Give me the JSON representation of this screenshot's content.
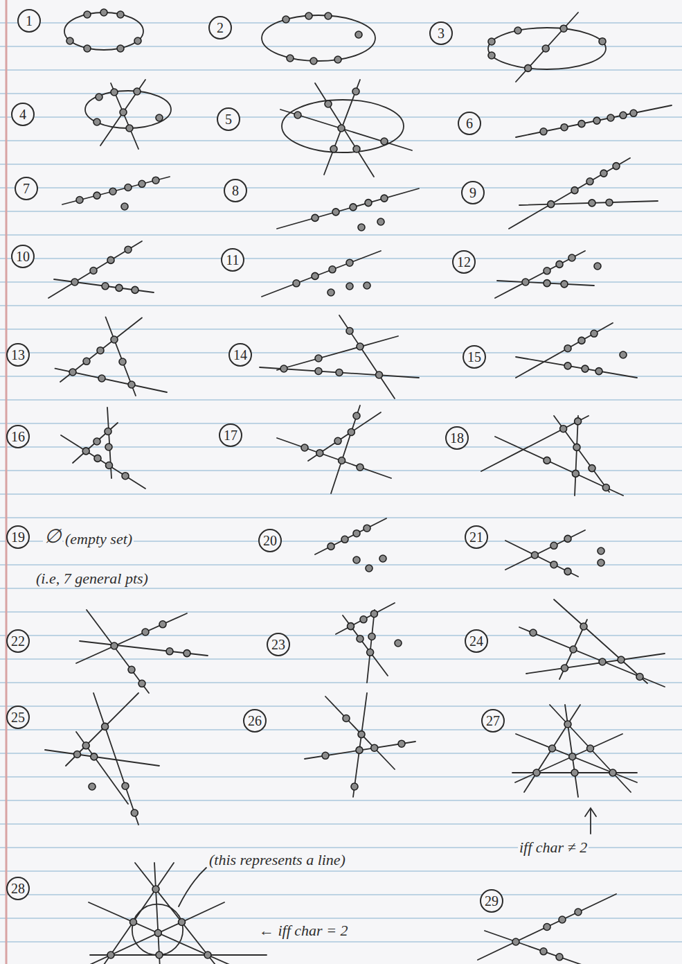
{
  "diagram": {
    "nodes": [
      {
        "text": [
          "1"
        ]
      },
      {
        "text": [
          "2"
        ]
      },
      {
        "text": [
          "3"
        ]
      },
      {
        "text": [
          "4"
        ]
      },
      {
        "text": [
          "5"
        ]
      },
      {
        "text": [
          "6"
        ]
      },
      {
        "text": [
          "7"
        ]
      },
      {
        "text": [
          "8"
        ]
      },
      {
        "text": [
          "9"
        ]
      },
      {
        "text": [
          "10"
        ]
      },
      {
        "text": [
          "11"
        ]
      },
      {
        "text": [
          "12"
        ]
      },
      {
        "text": [
          "13"
        ]
      },
      {
        "text": [
          "14"
        ]
      },
      {
        "text": [
          "15"
        ]
      },
      {
        "text": [
          "16"
        ]
      },
      {
        "text": [
          "17"
        ]
      },
      {
        "text": [
          "18"
        ]
      },
      {
        "text": [
          "19"
        ]
      },
      {
        "text": [
          "20"
        ]
      },
      {
        "text": [
          "21"
        ]
      },
      {
        "text": [
          "22"
        ]
      },
      {
        "text": [
          "23"
        ]
      },
      {
        "text": [
          "24"
        ]
      },
      {
        "text": [
          "25"
        ]
      },
      {
        "text": [
          "26"
        ]
      },
      {
        "text": [
          "27"
        ]
      },
      {
        "text": [
          "28"
        ]
      },
      {
        "text": [
          "29"
        ]
      }
    ],
    "labels": [
      "∅",
      "(empty set)",
      "(i.e, 7 general pts)",
      "(this represents a line)",
      "← iff char = 2",
      "iff char ≠ 2"
    ]
  }
}
